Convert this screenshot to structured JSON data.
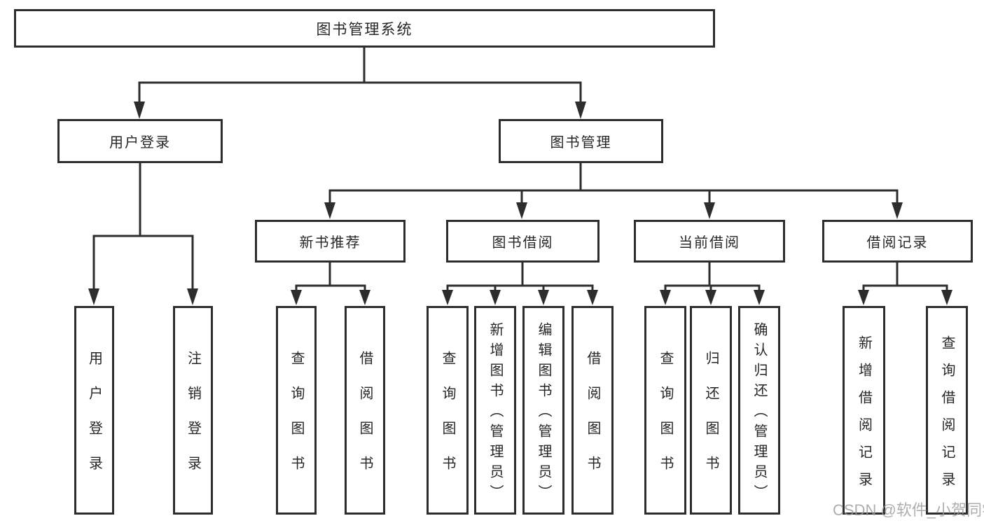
{
  "colors": {
    "line": "#2d2d2d",
    "text": "#262626",
    "background": "#ffffff",
    "watermark": "#9a9a9a"
  },
  "tree": {
    "label": "图书管理系统",
    "children": [
      {
        "label": "用户登录",
        "children": [
          {
            "label": "用户登录"
          },
          {
            "label": "注销登录"
          }
        ]
      },
      {
        "label": "图书管理",
        "children": [
          {
            "label": "新书推荐",
            "children": [
              {
                "label": "查询图书"
              },
              {
                "label": "借阅图书"
              }
            ]
          },
          {
            "label": "图书借阅",
            "children": [
              {
                "label": "查询图书"
              },
              {
                "label": "新增图书（管理员）"
              },
              {
                "label": "编辑图书（管理员）"
              },
              {
                "label": "借阅图书"
              }
            ]
          },
          {
            "label": "当前借阅",
            "children": [
              {
                "label": "查询图书"
              },
              {
                "label": "归还图书"
              },
              {
                "label": "确认归还（管理员）"
              }
            ]
          },
          {
            "label": "借阅记录",
            "children": [
              {
                "label": "新增借阅记录"
              },
              {
                "label": "查询借阅记录"
              }
            ]
          }
        ]
      }
    ]
  },
  "watermark": {
    "text": "CSDN @软件_小贺同学"
  }
}
